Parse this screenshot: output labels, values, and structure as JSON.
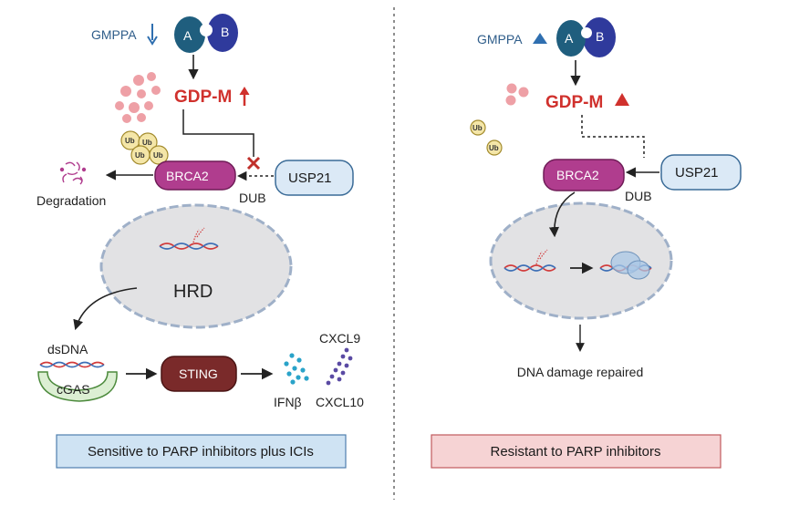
{
  "left": {
    "gmppa_label": "GMPPA",
    "protein_a": "A",
    "protein_b": "B",
    "gdp_label": "GDP-M",
    "brca2_label": "BRCA2",
    "usp21_label": "USP21",
    "dub_label": "DUB",
    "degradation_label": "Degradation",
    "ub_label": "Ub",
    "hrd_label": "HRD",
    "dsdna_label": "dsDNA",
    "cgas_label": "cGAS",
    "sting_label": "STING",
    "ifnb_label": "IFNβ",
    "cxcl9_label": "CXCL9",
    "cxcl10_label": "CXCL10",
    "caption": "Sensitive to PARP inhibitors plus ICIs"
  },
  "right": {
    "gmppa_label": "GMPPA",
    "protein_a": "A",
    "protein_b": "B",
    "gdp_label": "GDP-M",
    "brca2_label": "BRCA2",
    "usp21_label": "USP21",
    "dub_label": "DUB",
    "ub_label": "Ub",
    "repaired_label": "DNA damage repaired",
    "caption": "Resistant to PARP inhibitors"
  },
  "colors": {
    "brca2": "#b03d8e",
    "sting": "#7a2a2a",
    "usp21": "#dbe9f6",
    "protein_a": "#1f5e7e",
    "protein_b": "#2f3a9c",
    "nucleus": "#e2e2e4",
    "left_caption_bg": "#cfe3f3",
    "right_caption_bg": "#f6d3d4",
    "red": "#d0312d"
  }
}
